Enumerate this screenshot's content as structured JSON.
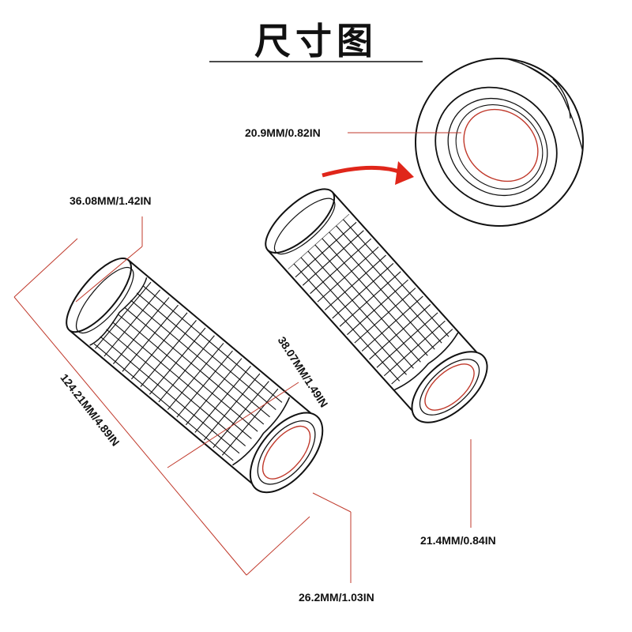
{
  "title": "尺寸图",
  "dimensions": {
    "length": "124.21MM/4.89IN",
    "end_outer_diameter": "38.07MM/1.49IN",
    "flange_diameter": "36.08MM/1.42IN",
    "inner_hole_detail": "20.9MM/0.82IN",
    "inner_hole_right": "21.4MM/0.84IN",
    "inner_hole_left": "26.2MM/1.03IN"
  },
  "colors": {
    "line": "#111111",
    "dimension_line": "#c0392b",
    "arrow": "#e0261a"
  }
}
